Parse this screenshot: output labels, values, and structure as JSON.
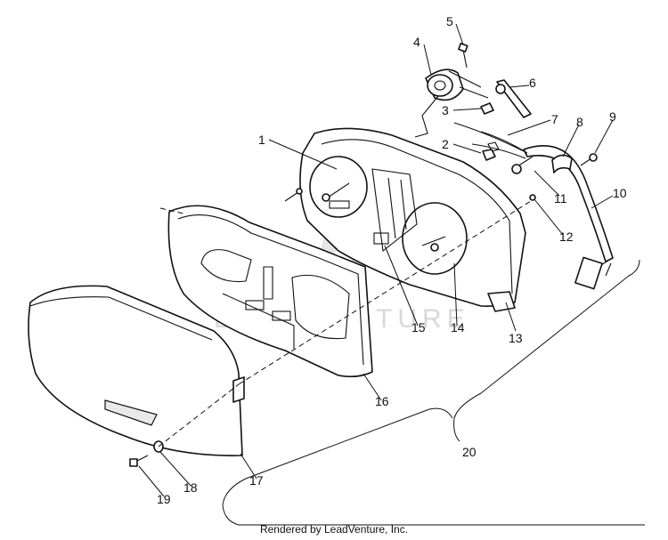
{
  "diagram": {
    "watermark": "LEADVENTURE",
    "footer": "Rendered by LeadVenture, Inc.",
    "callouts": [
      "1",
      "2",
      "3",
      "4",
      "5",
      "6",
      "7",
      "8",
      "9",
      "10",
      "11",
      "12",
      "13",
      "14",
      "15",
      "16",
      "17",
      "18",
      "19",
      "20"
    ]
  }
}
